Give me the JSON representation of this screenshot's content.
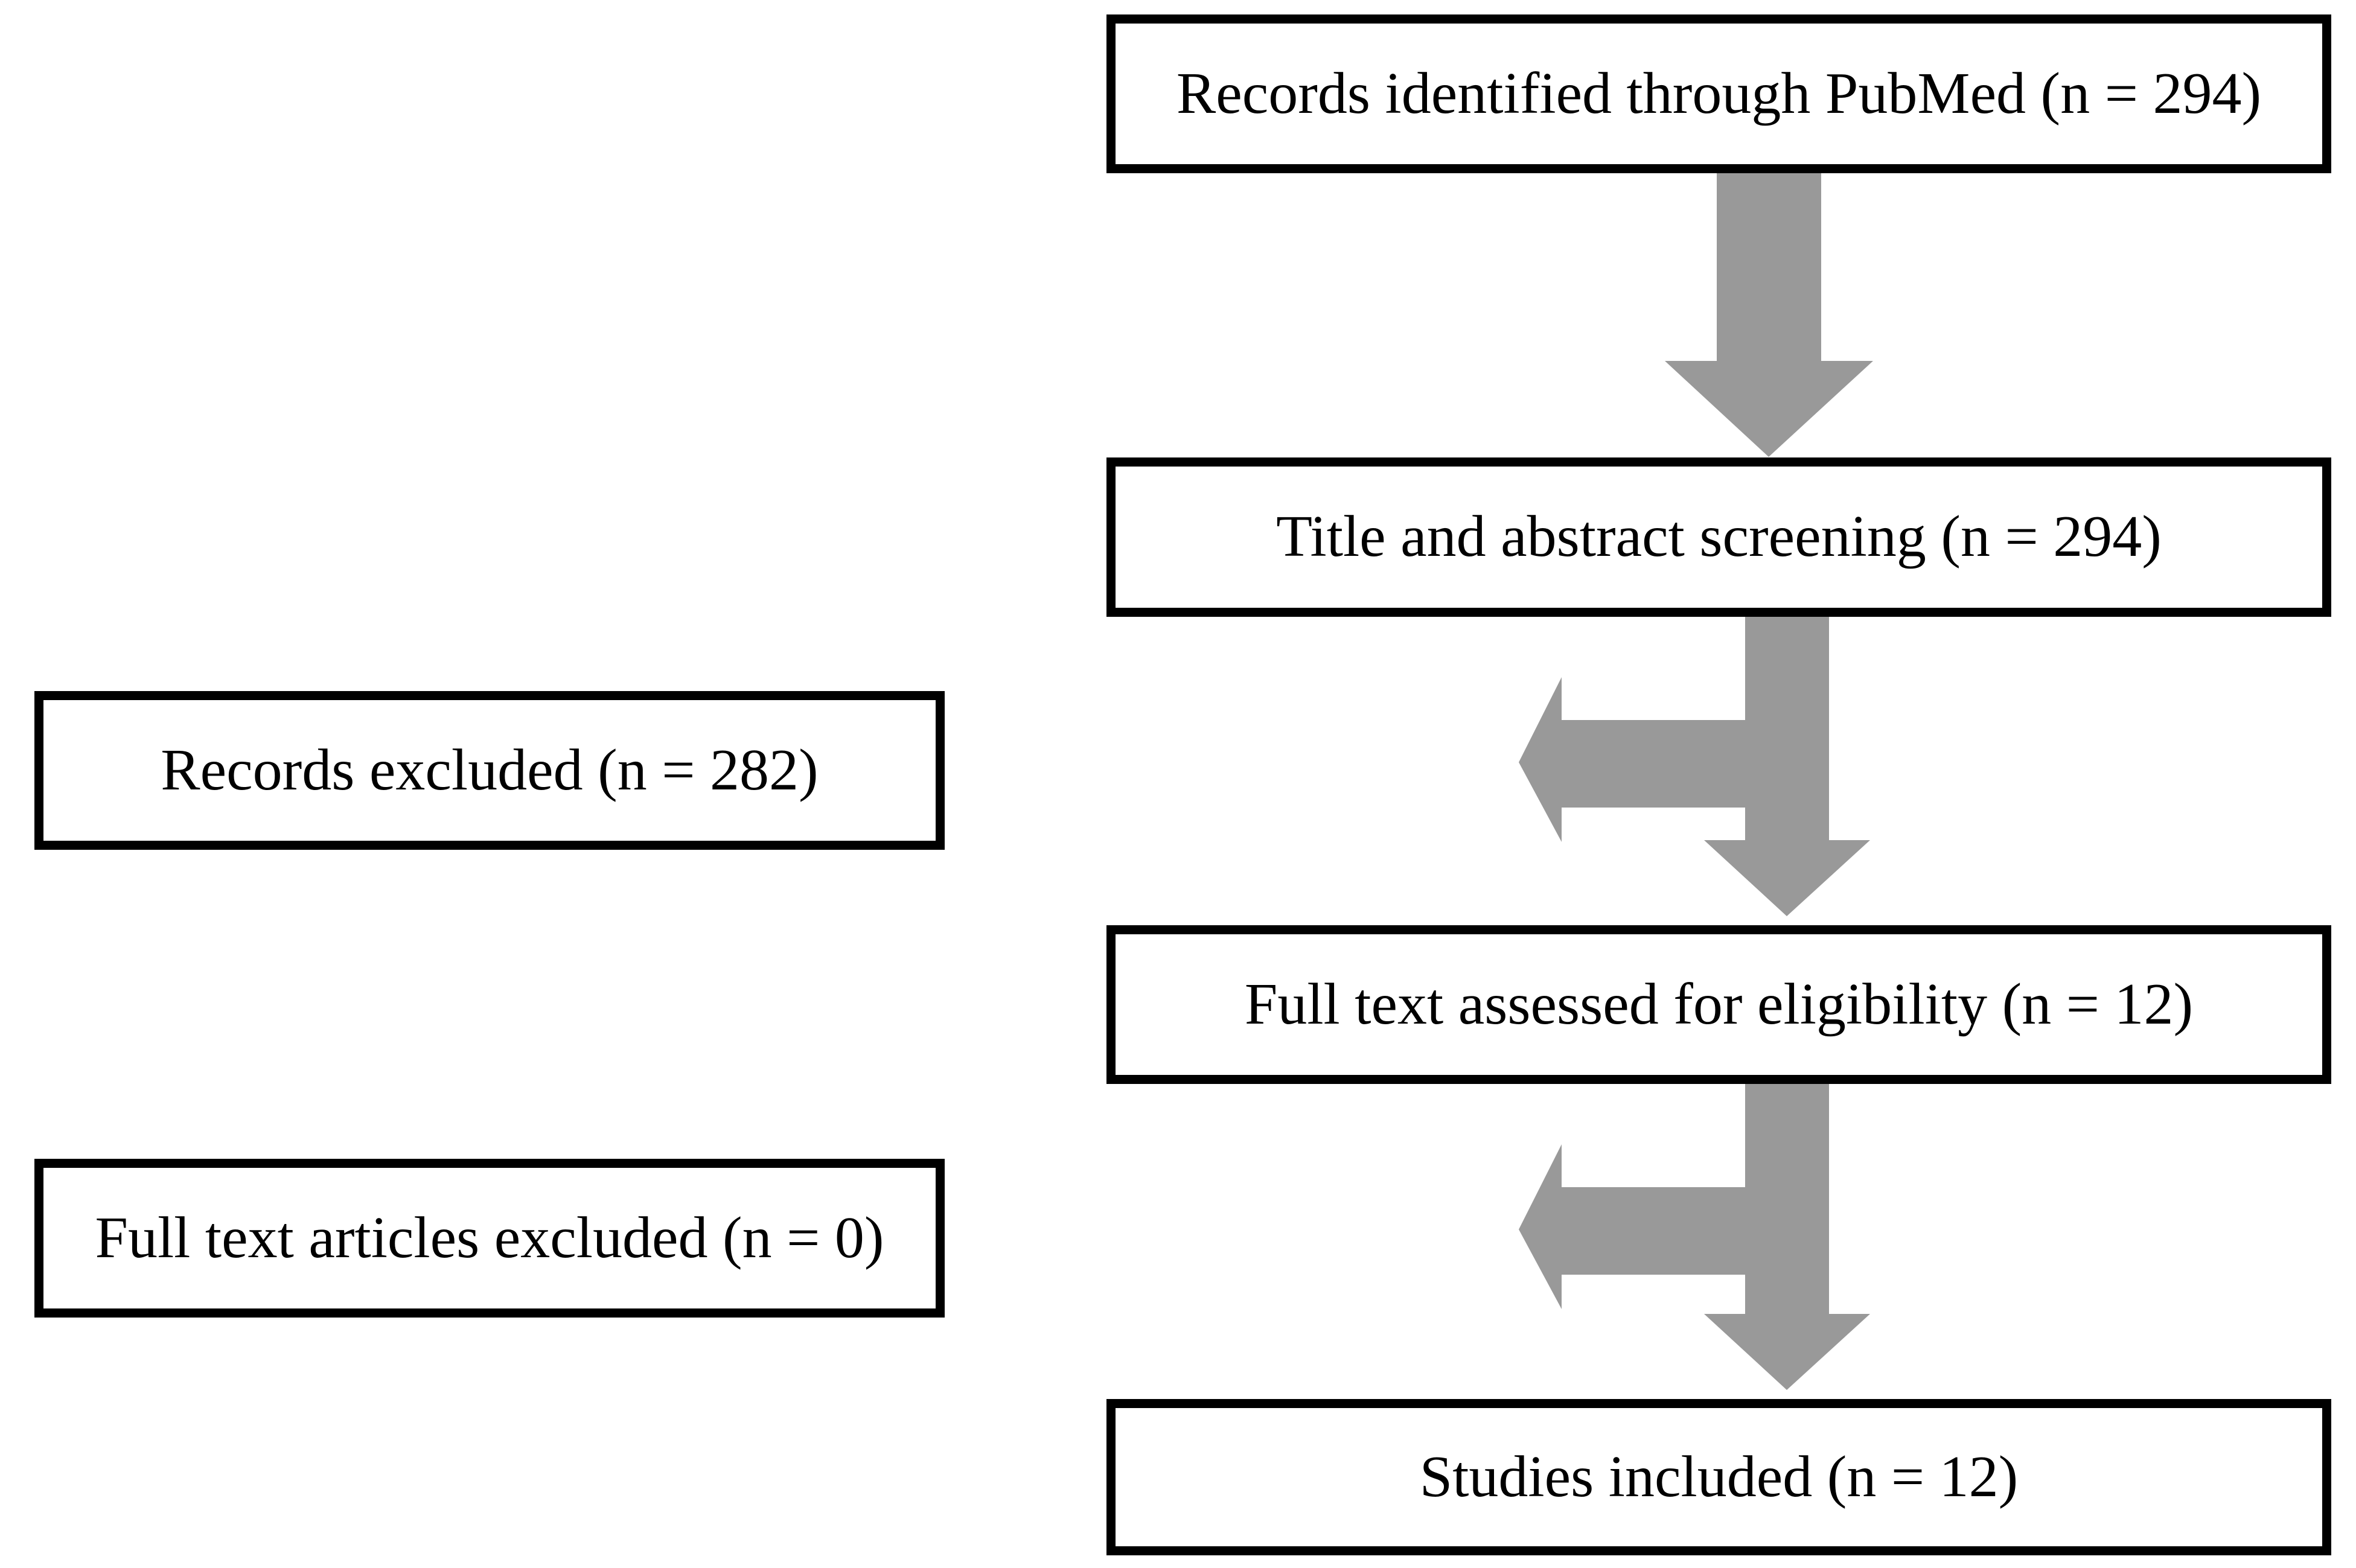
{
  "colors": {
    "arrow": "#999999",
    "box_border": "#000000",
    "box_background": "#ffffff",
    "text": "#000000"
  },
  "flowchart": {
    "main_nodes": [
      {
        "id": "records-identified",
        "label": "Records identified through PubMed (n = 294)"
      },
      {
        "id": "title-abstract-screening",
        "label": "Title and abstract screening (n = 294)"
      },
      {
        "id": "full-text-assessed",
        "label": "Full text assessed for eligibility (n = 12)"
      },
      {
        "id": "studies-included",
        "label": "Studies included (n = 12)"
      }
    ],
    "side_nodes": [
      {
        "id": "records-excluded",
        "label": "Records excluded (n = 282)"
      },
      {
        "id": "full-text-articles-excluded",
        "label": "Full text articles excluded (n = 0)"
      }
    ],
    "counts": {
      "identified": 294,
      "screened": 294,
      "records_excluded": 282,
      "full_text_assessed": 12,
      "full_text_excluded": 0,
      "included": 12
    }
  }
}
